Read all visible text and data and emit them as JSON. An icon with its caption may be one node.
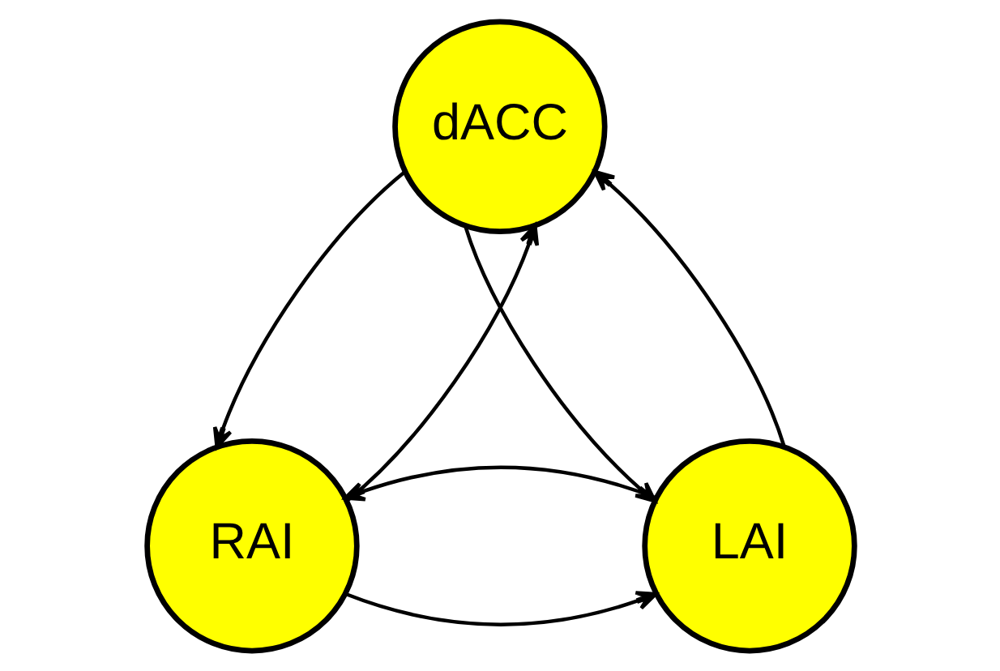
{
  "diagram": {
    "nodes": [
      {
        "text": [
          "dACC"
        ]
      },
      {
        "text": [
          "RAI"
        ]
      },
      {
        "text": [
          "LAI"
        ]
      }
    ],
    "edges": [
      {
        "from": 0,
        "to": 1,
        "arrow": "to"
      },
      {
        "from": 1,
        "to": 0,
        "arrow": "to"
      },
      {
        "from": 0,
        "to": 2,
        "arrow": "to"
      },
      {
        "from": 2,
        "to": 0,
        "arrow": "to"
      },
      {
        "from": 1,
        "to": 2,
        "arrow": "to"
      },
      {
        "from": 2,
        "to": 1,
        "arrow": "to"
      }
    ]
  }
}
